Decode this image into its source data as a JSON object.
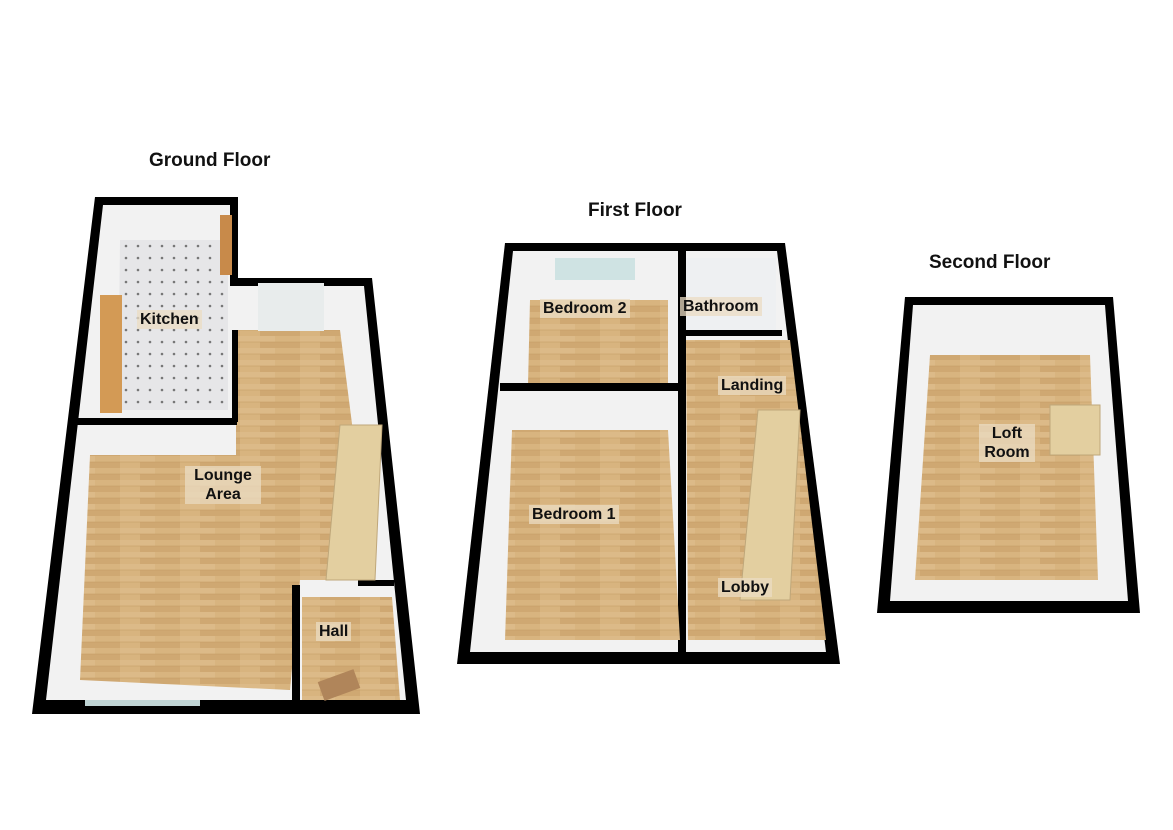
{
  "floors": [
    {
      "title": "Ground Floor",
      "rooms": [
        "Kitchen",
        "Lounge Area",
        "Hall"
      ]
    },
    {
      "title": "First Floor",
      "rooms": [
        "Bedroom 2",
        "Bathroom",
        "Landing",
        "Bedroom 1",
        "Lobby"
      ]
    },
    {
      "title": "Second Floor",
      "rooms": [
        "Loft Room"
      ]
    }
  ],
  "colors": {
    "wall": "#000000",
    "floor": "#d8b47f",
    "kitchen_floor": "#e4e4e6",
    "wall_face": "#f2f2f2"
  }
}
